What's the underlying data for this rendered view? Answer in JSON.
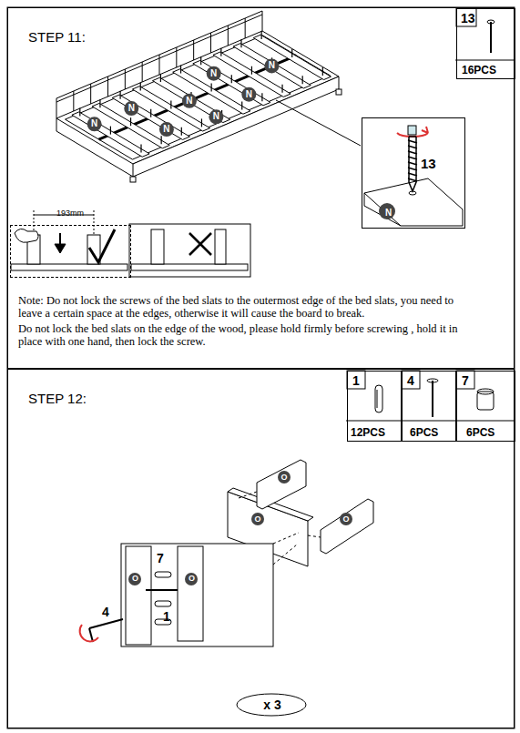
{
  "diagram": {
    "nodes": [
      {
        "text": [
          "STEP 11:"
        ]
      },
      {
        "text": [
          "13",
          "16PCS"
        ],
        "in": 0
      },
      {
        "text": [
          "13",
          "N"
        ],
        "in": 0
      },
      {
        "text": [
          "193mm"
        ],
        "in": 0
      },
      {
        "text": [
          "STEP 12:"
        ]
      },
      {
        "text": [
          "1",
          "12PCS"
        ],
        "in": 4
      },
      {
        "text": [
          "4",
          "6PCS"
        ],
        "in": 4
      },
      {
        "text": [
          "7",
          "6PCS"
        ],
        "in": 4
      },
      {
        "text": [
          "7",
          "1",
          "O",
          "O"
        ],
        "in": 4
      },
      {
        "text": [
          "x 3"
        ],
        "in": 4
      }
    ],
    "labels": [
      "N",
      "N",
      "N",
      "N",
      "N",
      "N",
      "N",
      "N",
      "Note: Do not lock the screws of the bed slats to the outermost edge of the bed slats, you need to leave a certain space at the edges, otherwise it will cause the board to break.",
      "Do not lock the bed slats on the edge of the wood, please hold firmly before screwing , hold it in place with one hand, then lock the screw.",
      "O",
      "O",
      "O",
      "4"
    ]
  }
}
